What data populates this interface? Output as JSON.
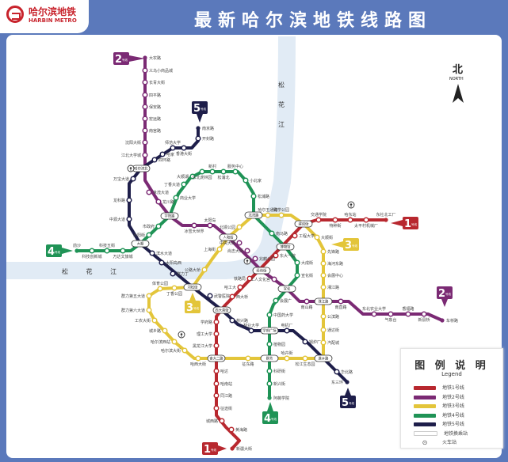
{
  "header": {
    "logo_cn": "哈尔滨地铁",
    "logo_en": "HARBIN METRO",
    "title": "最新哈尔滨地铁线路图"
  },
  "river": {
    "h_label": "松 花 江",
    "v_chars": [
      "松",
      "花",
      "江"
    ],
    "color": "#e1ebf5"
  },
  "north": {
    "cn": "北",
    "en": "NORTH"
  },
  "badge_suffix": "号线",
  "lines": [
    {
      "id": "1",
      "color": "#b8282f",
      "stations": [
        "东社北工厂",
        "太平村机械厂",
        "哈东站",
        "特种街",
        "交通学院",
        "工程大学",
        "东大一院",
        "铁路局",
        "哈工大",
        "西大桥",
        "学府路",
        "理工大学",
        "黑龙江大学",
        "哈达",
        "哈南站",
        "同江路",
        "征途街",
        "城西路",
        "黄海路",
        "新疆大街"
      ]
    },
    {
      "id": "2",
      "color": "#7b2a74",
      "stations": [
        "大农路",
        "义乌小商品城",
        "长青大街",
        "四平路",
        "保安路",
        "宏远路",
        "南宫路",
        "沈阳大街",
        "江北大学城",
        "世茂大道",
        "龙川路",
        "冰雪大世界",
        "太阳岛",
        "中央大街",
        "尚志大街",
        "兆麟公园",
        "工人文化宫",
        "南山路",
        "南直路",
        "东北农业大学",
        "气象台",
        "香福路",
        "新县桥",
        "车桥路"
      ]
    },
    {
      "id": "3",
      "color": "#e3c53a",
      "stations": [
        "公路大桥",
        "上海街",
        "北嫚公园",
        "哈尔五通路",
        "姚学公园",
        "大顺街",
        "先锋路",
        "海河东路",
        "会展中心",
        "湘江路",
        "公滨路",
        "通达街",
        "汽配城",
        "松江生态园",
        "哈卉街",
        "征东路",
        "哈西大街",
        "哈尔滨大街",
        "哈尔滨西站",
        "城乡路",
        "工农大街",
        "群力第六大道",
        "群力第五大道",
        "体育公园",
        "丁香公园"
      ]
    },
    {
      "id": "4",
      "color": "#1f9356",
      "stations": [
        "前沙",
        "科技创新城",
        "科技五街",
        "万达文旅城",
        "大阳街",
        "市政府",
        "商业大学",
        "丁香大道",
        "大顺湖",
        "东北虎林园",
        "新村",
        "松浦北",
        "服务中心",
        "小北家",
        "松浦路",
        "南马路",
        "大成街",
        "宣化街",
        "会展广",
        "中国药大学",
        "植物园",
        "科研街",
        "新兴街",
        "阿薇学院"
      ]
    },
    {
      "id": "5",
      "color": "#1e1e4a",
      "stations": [
        "南京路",
        "开封路",
        "香港大街",
        "师范大学",
        "哈家",
        "四环路",
        "万宝大道",
        "龙科路",
        "中源大道",
        "滨水大道",
        "太阳岛西",
        "群力丁",
        "武警医院",
        "林兴路",
        "林业大学",
        "电机厂",
        "锅炉厂",
        "华北路",
        "东三环"
      ]
    }
  ],
  "interchanges": [
    "哈尔滨北",
    "大顺",
    "学院路",
    "人和街",
    "北湾路",
    "建成街",
    "博物馆",
    "经纬街",
    "宣化",
    "珠江路",
    "河松街",
    "西大直街",
    "学府广场",
    "奋大二路",
    "群芳",
    "遂乡路"
  ],
  "legend": {
    "title": "图 例 说 明",
    "subtitle": "Legend",
    "items": [
      {
        "label": "地铁1号线",
        "color": "#b8282f"
      },
      {
        "label": "地铁2号线",
        "color": "#7b2a74"
      },
      {
        "label": "地铁3号线",
        "color": "#e3c53a"
      },
      {
        "label": "地铁4号线",
        "color": "#1f9356"
      },
      {
        "label": "地铁5号线",
        "color": "#1e1e4a"
      },
      {
        "label": "地铁换乘站",
        "color": "#ffffff"
      },
      {
        "label": "火车站",
        "icon": "train-station-icon"
      }
    ]
  }
}
